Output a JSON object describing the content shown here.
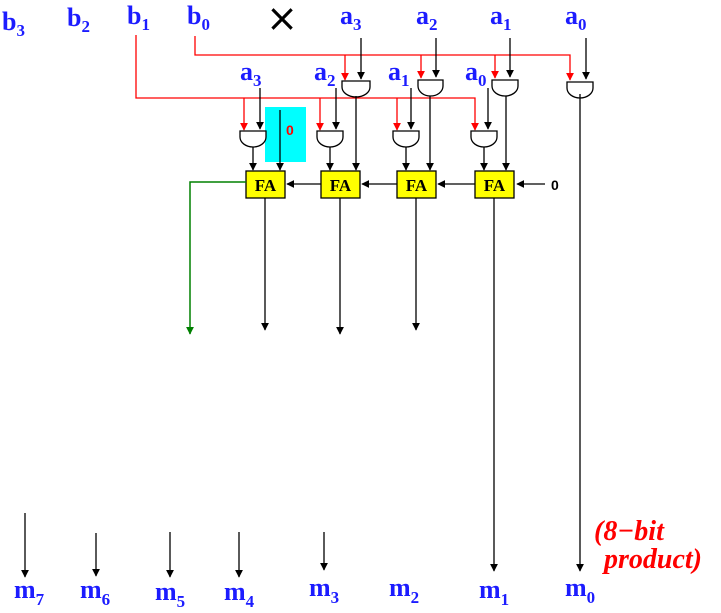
{
  "operator_symbol": "×",
  "colors": {
    "label": "#1c1cff",
    "wire_black": "#000000",
    "wire_red": "#ff0000",
    "wire_green": "#008000",
    "adder_fill": "#ffff00",
    "highlight": "#00ffff"
  },
  "multiplier_b": [
    {
      "base": "b",
      "sub": "3"
    },
    {
      "base": "b",
      "sub": "2"
    },
    {
      "base": "b",
      "sub": "1"
    },
    {
      "base": "b",
      "sub": "0"
    }
  ],
  "multiplicand_a": [
    {
      "base": "a",
      "sub": "3"
    },
    {
      "base": "a",
      "sub": "2"
    },
    {
      "base": "a",
      "sub": "1"
    },
    {
      "base": "a",
      "sub": "0"
    }
  ],
  "row_labels_a": [
    {
      "base": "a",
      "sub": "3"
    },
    {
      "base": "a",
      "sub": "2"
    },
    {
      "base": "a",
      "sub": "1"
    },
    {
      "base": "a",
      "sub": "0"
    }
  ],
  "adders": [
    "FA",
    "FA",
    "FA",
    "FA"
  ],
  "carry_in": "0",
  "highlight_zero": "0",
  "outputs": [
    {
      "base": "m",
      "sub": "7"
    },
    {
      "base": "m",
      "sub": "6"
    },
    {
      "base": "m",
      "sub": "5"
    },
    {
      "base": "m",
      "sub": "4"
    },
    {
      "base": "m",
      "sub": "3"
    },
    {
      "base": "m",
      "sub": "2"
    },
    {
      "base": "m",
      "sub": "1"
    },
    {
      "base": "m",
      "sub": "0"
    }
  ],
  "note": {
    "line1": "(8−bit",
    "line2": "product)"
  }
}
